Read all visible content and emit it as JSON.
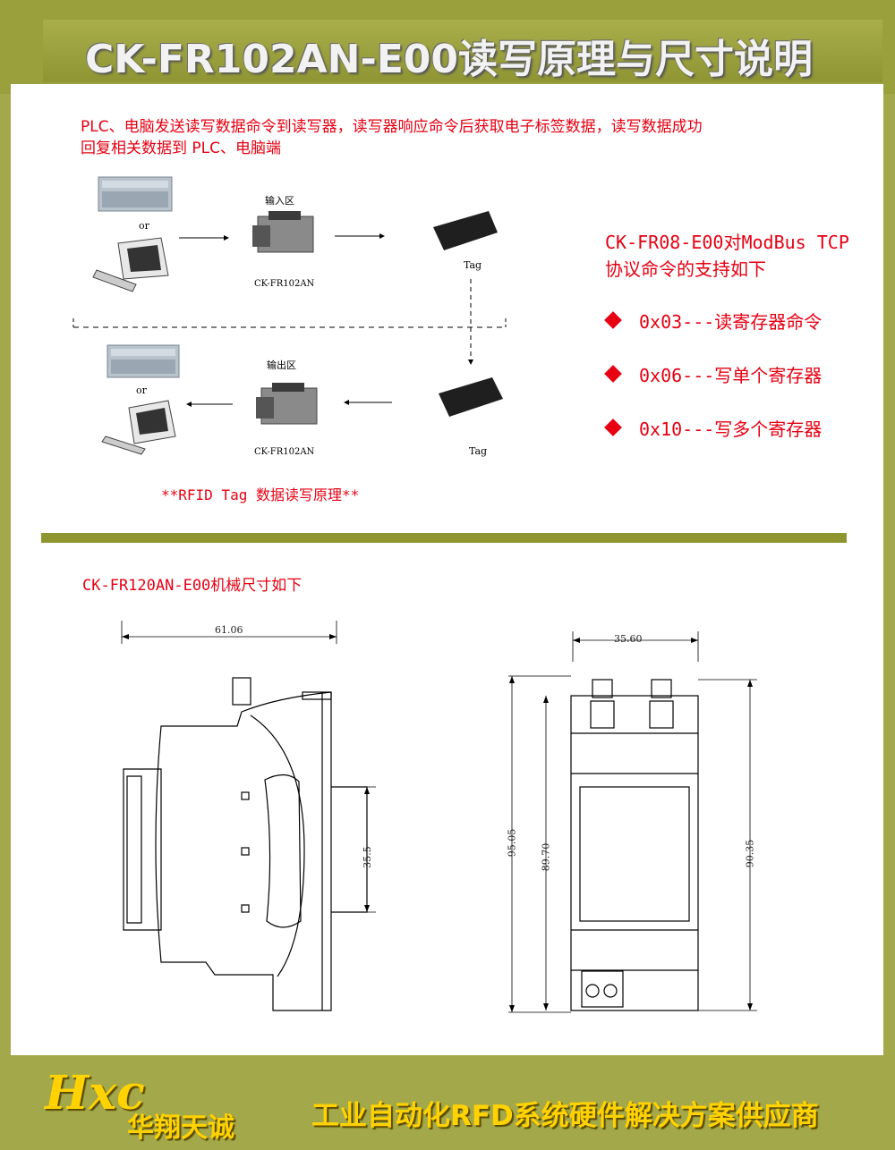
{
  "title": "CK-FR102AN-E00读写原理与尺寸说明",
  "intro": {
    "line1": "PLC、电脑发送读写数据命令到读写器，读写器响应命令后获取电子标签数据，读写数据成功",
    "line2": "回复相关数据到 PLC、电脑端"
  },
  "diagram": {
    "or1": "or",
    "or2": "or",
    "input_zone": "输入区",
    "output_zone": "输出区",
    "device_label_top": "CK-FR102AN",
    "device_label_bottom": "CK-FR102AN",
    "tag_top": "Tag",
    "tag_bottom": "Tag",
    "caption": "**RFID Tag 数据读写原理**"
  },
  "support": {
    "heading1": "CK-FR08-E00对ModBus TCP",
    "heading2": "协议命令的支持如下",
    "items": [
      "0x03---读寄存器命令",
      "0x06---写单个寄存器",
      "0x10---写多个寄存器"
    ]
  },
  "mechanical": {
    "title": "CK-FR120AN-E00机械尺寸如下",
    "side_width": "61.06",
    "side_height": "35.5",
    "front_width": "35.60",
    "front_h1": "95.05",
    "front_h2": "89.70",
    "front_h3": "90.35"
  },
  "footer": {
    "logo_mark": "Hxc",
    "logo_name": "华翔天诚",
    "slogan": "工业自动化RFD系统硬件解决方案供应商"
  },
  "colors": {
    "accent_red": "#e60012",
    "olive": "#a3a84a",
    "gold": "#ffd200"
  }
}
